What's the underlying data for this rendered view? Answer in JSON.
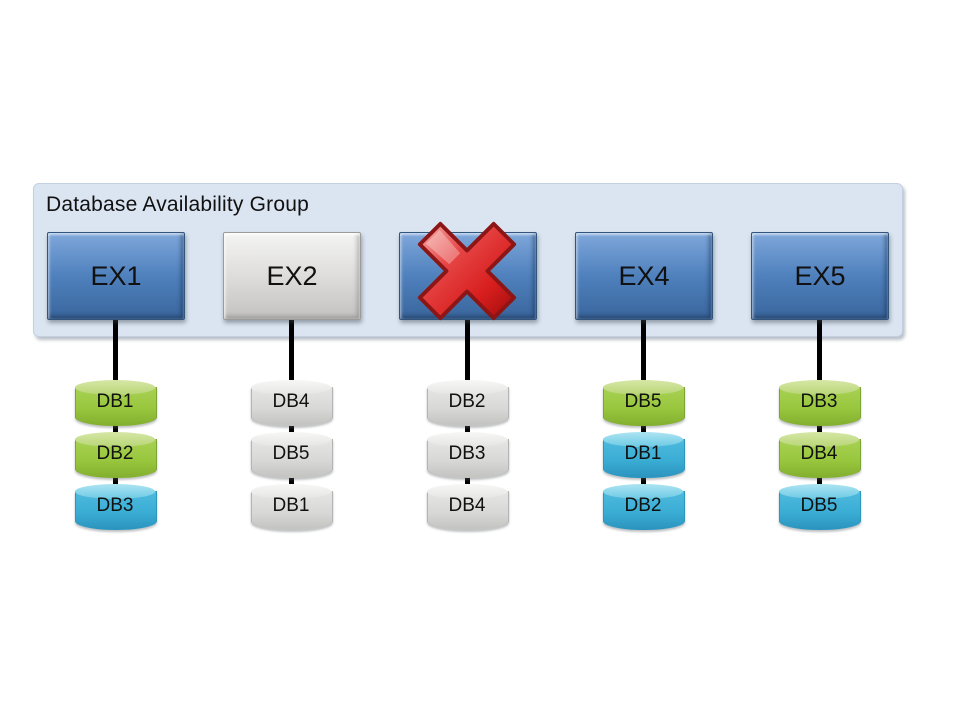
{
  "diagram": {
    "title": "Database Availability Group",
    "failed_icon": "red-x-icon",
    "servers": [
      {
        "id": "ex1",
        "label": "EX1",
        "style": "blue",
        "failed": false,
        "databases": [
          {
            "label": "DB1",
            "style": "green"
          },
          {
            "label": "DB2",
            "style": "green"
          },
          {
            "label": "DB3",
            "style": "blue"
          }
        ]
      },
      {
        "id": "ex2",
        "label": "EX2",
        "style": "gray",
        "failed": false,
        "databases": [
          {
            "label": "DB4",
            "style": "gray"
          },
          {
            "label": "DB5",
            "style": "gray"
          },
          {
            "label": "DB1",
            "style": "gray"
          }
        ]
      },
      {
        "id": "ex3",
        "label": "",
        "style": "blue",
        "failed": true,
        "databases": [
          {
            "label": "DB2",
            "style": "gray"
          },
          {
            "label": "DB3",
            "style": "gray"
          },
          {
            "label": "DB4",
            "style": "gray"
          }
        ]
      },
      {
        "id": "ex4",
        "label": "EX4",
        "style": "blue",
        "failed": false,
        "databases": [
          {
            "label": "DB5",
            "style": "green"
          },
          {
            "label": "DB1",
            "style": "blue"
          },
          {
            "label": "DB2",
            "style": "blue"
          }
        ]
      },
      {
        "id": "ex5",
        "label": "EX5",
        "style": "blue",
        "failed": false,
        "databases": [
          {
            "label": "DB3",
            "style": "green"
          },
          {
            "label": "DB4",
            "style": "green"
          },
          {
            "label": "DB5",
            "style": "blue"
          }
        ]
      }
    ]
  },
  "colors": {
    "page_bg": "#ffffff",
    "dag_bg": "#dbe5f1",
    "server_blue": "#4f81bd",
    "server_gray": "#dedddb",
    "db_green": "#98c73e",
    "db_blue": "#3aadd4",
    "db_gray": "#d8d8d6",
    "x_red": "#d81e1e",
    "line_black": "#000000",
    "text": "#111111"
  }
}
